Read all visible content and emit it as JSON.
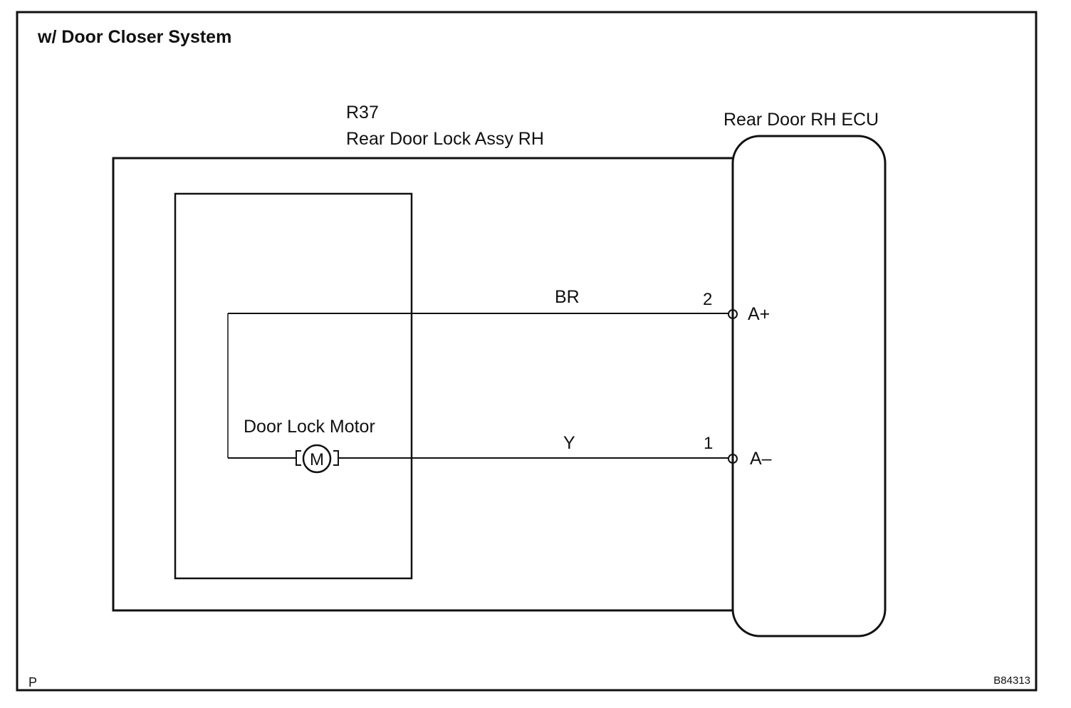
{
  "title": "w/ Door Closer System",
  "lock_assy": {
    "connector_code": "R37",
    "name": "Rear Door Lock Assy RH"
  },
  "ecu": {
    "name": "Rear Door RH ECU"
  },
  "motor": {
    "label": "Door Lock Motor",
    "symbol": "M"
  },
  "wires": [
    {
      "color_code": "BR",
      "pin": "2",
      "terminal": "A+"
    },
    {
      "color_code": "Y",
      "pin": "1",
      "terminal": "A–"
    }
  ],
  "footer": {
    "left_mark": "P",
    "figure_id": "B84313"
  }
}
